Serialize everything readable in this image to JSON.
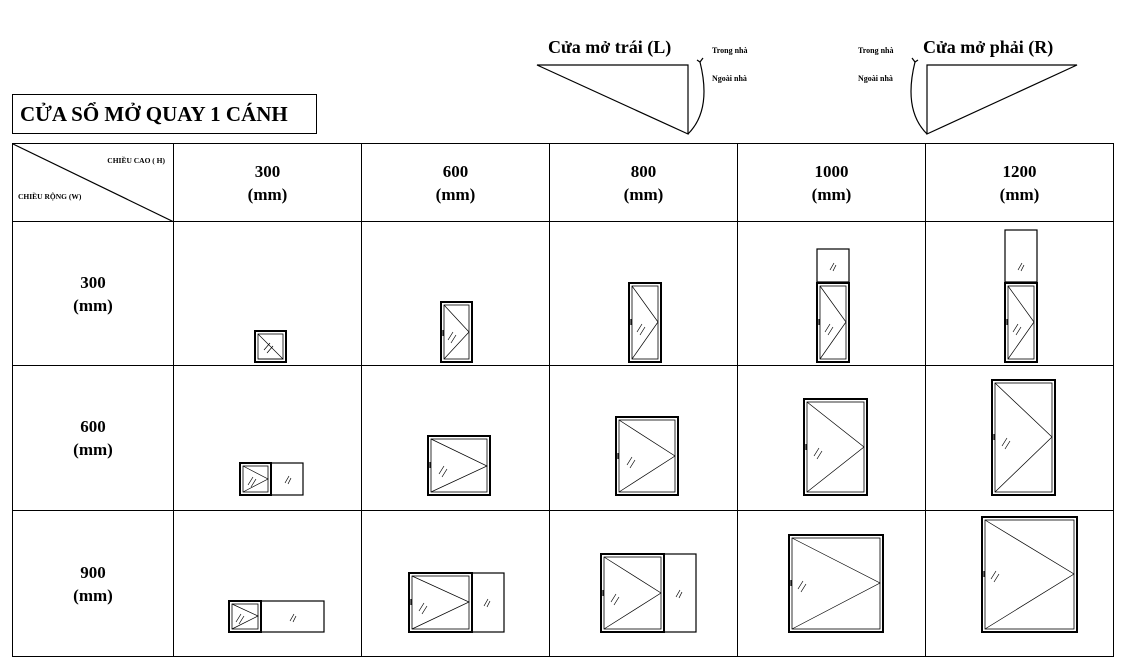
{
  "title": "CỬA SỔ MỞ QUAY 1 CÁNH",
  "opening_left": {
    "label": "Cửa mở trái (L)",
    "inside": "Trong nhà",
    "outside": "Ngoài nhà"
  },
  "opening_right": {
    "label": "Cửa mở phải (R)",
    "inside": "Trong nhà",
    "outside": "Ngoài nhà"
  },
  "corner": {
    "height_label": "CHIỀU CAO ( H)",
    "width_label": "CHIỀU RỘNG (W)"
  },
  "columns": [
    {
      "value": "300",
      "unit": "(mm)"
    },
    {
      "value": "600",
      "unit": "(mm)"
    },
    {
      "value": "800",
      "unit": "(mm)"
    },
    {
      "value": "1000",
      "unit": "(mm)"
    },
    {
      "value": "1200",
      "unit": "(mm)"
    }
  ],
  "rows": [
    {
      "value": "300",
      "unit": "(mm)"
    },
    {
      "value": "600",
      "unit": "(mm)"
    },
    {
      "value": "900",
      "unit": "(mm)"
    }
  ],
  "colors": {
    "line": "#000000",
    "background": "#ffffff"
  }
}
